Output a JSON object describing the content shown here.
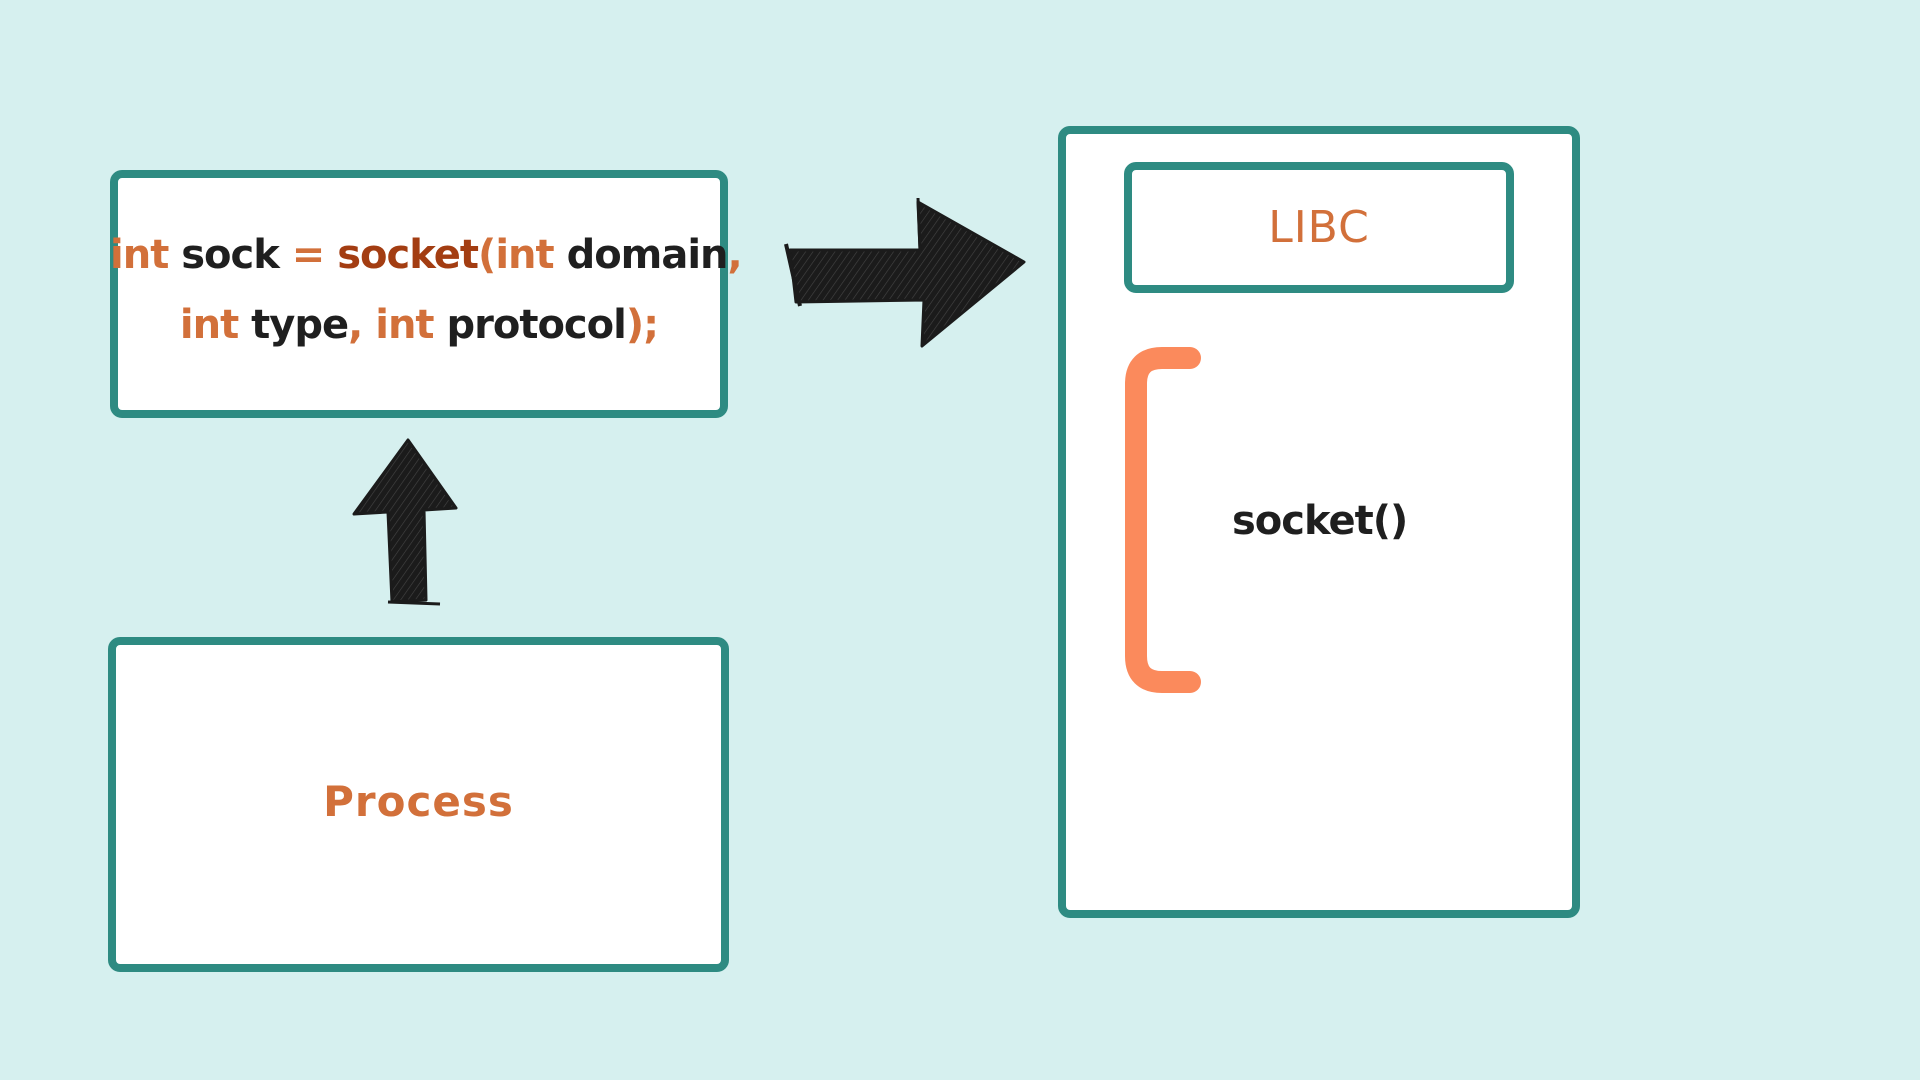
{
  "colors": {
    "background": "#d6f0ef",
    "box_border": "#2e8b82",
    "keyword": "#d2703a",
    "function": "#a33d12",
    "text": "#1f1f1f",
    "bracket": "#fb8a5c",
    "arrow": "#1b1b1b"
  },
  "code": {
    "line1": {
      "kw1": "int",
      "var": "sock",
      "eq": "=",
      "fn": "socket",
      "paren_open": "(",
      "kw2": "int",
      "param1": "domain",
      "comma1": ","
    },
    "line2": {
      "kw1": "int",
      "param2": "type",
      "comma2": ",",
      "kw2": "int",
      "param3": "protocol",
      "end": ");"
    }
  },
  "process": {
    "label": "Process"
  },
  "libc": {
    "label": "LIBC",
    "function_label": "socket()"
  },
  "icons": {
    "right_arrow": "sketch-arrow-right",
    "up_arrow": "sketch-arrow-up",
    "bracket": "left-bracket"
  }
}
